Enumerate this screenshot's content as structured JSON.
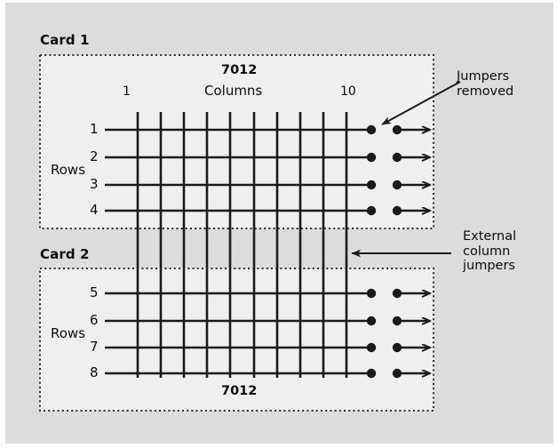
{
  "figure": {
    "background_color": "#dcdcdc",
    "card_fill_color": "#efefef",
    "band_color": "#dcdcdc",
    "line_color": "#1a1a1a",
    "text_color": "#0d0d0d"
  },
  "cards": [
    {
      "id": "card-1",
      "label": "Card 1",
      "header_part_number": "7012",
      "columns_label": "Columns",
      "column_first_label": "1",
      "column_last_label": "10",
      "rows_label": "Rows",
      "row_numbers": [
        "1",
        "2",
        "3",
        "4"
      ]
    },
    {
      "id": "card-2",
      "label": "Card 2",
      "footer_part_number": "7012",
      "rows_label": "Rows",
      "row_numbers": [
        "5",
        "6",
        "7",
        "8"
      ]
    }
  ],
  "matrix": {
    "column_count": 10,
    "row_count_per_card": 4,
    "total_row_count": 8,
    "jumper_dots_per_row": 2
  },
  "callouts": [
    {
      "id": "jumpers-removed",
      "text": "Jumpers\nremoved",
      "arrow": "diagonal-down-left"
    },
    {
      "id": "external-column-jumpers",
      "text": "External\ncolumn\njumpers",
      "arrow": "left"
    }
  ]
}
